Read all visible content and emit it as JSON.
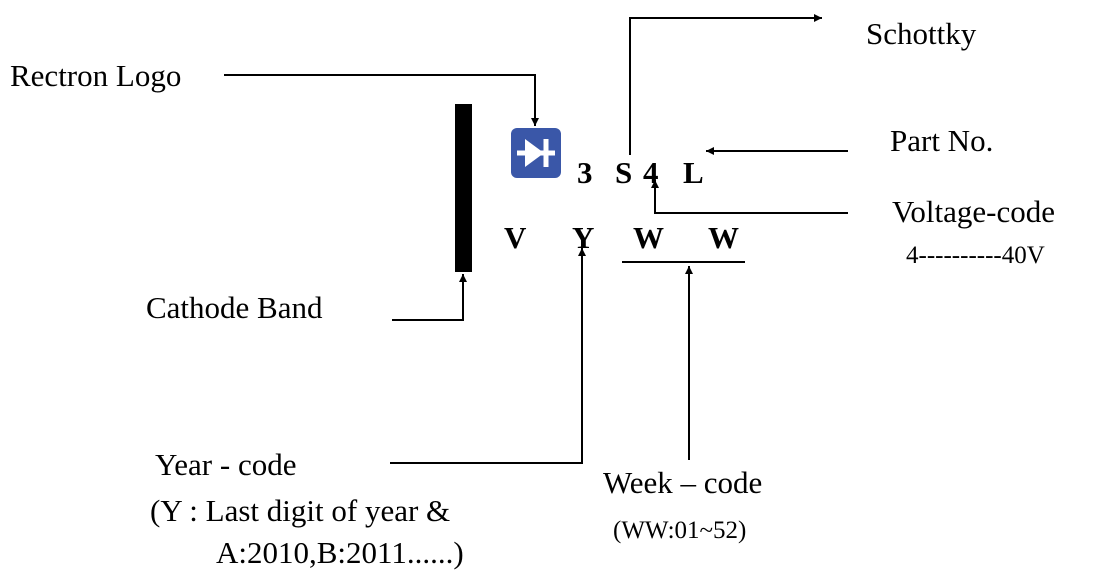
{
  "labels": {
    "schottky": "Schottky",
    "rectron_logo": "Rectron Logo",
    "part_no": "Part No.",
    "voltage_code": "Voltage-code",
    "voltage_range": "4----------40V",
    "cathode_band": "Cathode Band",
    "year_code": "Year - code",
    "year_note_1": "(Y : Last digit of year &",
    "year_note_2": "A:2010,B:2011......)",
    "week_code": "Week – code",
    "week_note": "(WW:01~52)"
  },
  "marking": {
    "row1": [
      "3",
      "S",
      "4",
      "L"
    ],
    "row2": [
      "V",
      "Y",
      "W",
      "W"
    ]
  },
  "colors": {
    "logo_fill": "#3a57a8",
    "ink": "#000000"
  },
  "icons": {
    "logo": "diode-logo-icon"
  }
}
